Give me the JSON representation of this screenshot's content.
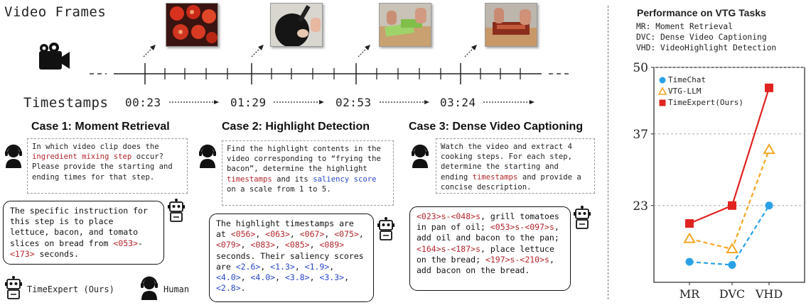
{
  "video_frames_label": "Video Frames",
  "timestamps_label": "Timestamps",
  "timestamps": [
    "00:23",
    "01:29",
    "02:53",
    "03:24"
  ],
  "cases": [
    {
      "title": "Case 1: Moment Retrieval",
      "question": [
        {
          "t": "In which video clip does the "
        },
        {
          "t": "ingredient mixing step",
          "c": "red"
        },
        {
          "t": " occur? Please provide the starting and ending times for that step."
        }
      ],
      "answer": [
        {
          "t": "The specific instruction for this step is to place lettuce, bacon, and tomato slices on bread from "
        },
        {
          "t": "<053>",
          "c": "red"
        },
        {
          "t": "-"
        },
        {
          "t": "<173>",
          "c": "red"
        },
        {
          "t": " seconds."
        }
      ]
    },
    {
      "title": "Case 2: Highlight Detection",
      "question": [
        {
          "t": "Find the highlight contents in the video corresponding to “frying the bacon”, determine the highlight "
        },
        {
          "t": "timestamps",
          "c": "red"
        },
        {
          "t": " and its "
        },
        {
          "t": "saliency score",
          "c": "blue"
        },
        {
          "t": " on a scale from 1 to 5."
        }
      ],
      "answer": [
        {
          "t": "The highlight timestamps are at "
        },
        {
          "t": "<056>",
          "c": "red"
        },
        {
          "t": ", "
        },
        {
          "t": "<063>",
          "c": "red"
        },
        {
          "t": ", "
        },
        {
          "t": "<067>",
          "c": "red"
        },
        {
          "t": ", "
        },
        {
          "t": "<075>",
          "c": "red"
        },
        {
          "t": ", "
        },
        {
          "t": "<079>",
          "c": "red"
        },
        {
          "t": ", "
        },
        {
          "t": "<083>",
          "c": "red"
        },
        {
          "t": ", "
        },
        {
          "t": "<085>",
          "c": "red"
        },
        {
          "t": ", "
        },
        {
          "t": "<089>",
          "c": "red"
        },
        {
          "t": " seconds. Their saliency scores are "
        },
        {
          "t": "<2.6>",
          "c": "blue"
        },
        {
          "t": ", "
        },
        {
          "t": "<1.3>",
          "c": "blue"
        },
        {
          "t": ", "
        },
        {
          "t": "<1.9>",
          "c": "blue"
        },
        {
          "t": ", "
        },
        {
          "t": "<4.0>",
          "c": "blue"
        },
        {
          "t": ", "
        },
        {
          "t": "<4.0>",
          "c": "blue"
        },
        {
          "t": ", "
        },
        {
          "t": "<3.8>",
          "c": "blue"
        },
        {
          "t": ", "
        },
        {
          "t": "<3.3>",
          "c": "blue"
        },
        {
          "t": ", "
        },
        {
          "t": "<2.8>",
          "c": "blue"
        },
        {
          "t": "."
        }
      ]
    },
    {
      "title": "Case 3: Dense Video Captioning",
      "question": [
        {
          "t": "Watch the video and extract 4 cooking steps. For each step, determine the starting and ending "
        },
        {
          "t": "timestamps",
          "c": "red"
        },
        {
          "t": " and provide a concise description."
        }
      ],
      "answer": [
        {
          "t": "<023>s-<048>s",
          "c": "red"
        },
        {
          "t": ", grill tomatoes in pan of oil; "
        },
        {
          "t": "<053>s-<097>s",
          "c": "red"
        },
        {
          "t": ", add oil and bacon to the pan; "
        },
        {
          "t": "<164>s-<187>s",
          "c": "red"
        },
        {
          "t": ", place lettuce on the bread; "
        },
        {
          "t": "<197>s-<210>s",
          "c": "red"
        },
        {
          "t": ", add bacon on the bread."
        }
      ]
    }
  ],
  "legend": {
    "model_label": "TimeExpert (Ours)",
    "human_label": "Human"
  },
  "performance": {
    "title": "Performance on VTG Tasks",
    "abbreviations": [
      "MR: Moment Retrieval",
      "DVC: Dense Video Captioning",
      "VHD: VideoHighlight Detection"
    ]
  },
  "colors": {
    "red_text": "#b3262b",
    "blue_text": "#2746c9",
    "timechat": "#2aa1e6",
    "vtgllm": "#f5a623",
    "timeexpert": "#e0231f"
  },
  "chart_data": {
    "type": "line",
    "categories": [
      "MR",
      "DVC",
      "VHD"
    ],
    "yticks": [
      23,
      37,
      50
    ],
    "ylim": [
      8,
      50
    ],
    "grid": "horizontal dashed",
    "legend_position": "top-left",
    "series": [
      {
        "name": "TimeChat",
        "marker": "circle",
        "line": "dashed",
        "values": [
          12.0,
          11.4,
          23.0
        ]
      },
      {
        "name": "VTG-LLM",
        "marker": "triangle",
        "line": "dashed",
        "values": [
          16.5,
          14.5,
          33.9
        ]
      },
      {
        "name": "TimeExpert(Ours)",
        "marker": "square",
        "line": "solid",
        "values": [
          19.5,
          23.0,
          46.0
        ]
      }
    ]
  }
}
